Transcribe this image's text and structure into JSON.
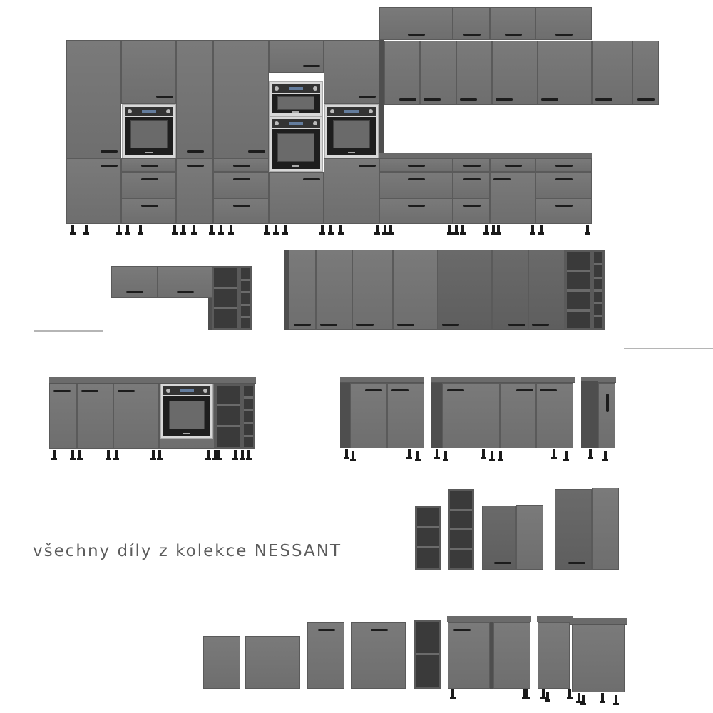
{
  "caption": {
    "text": "všechny díly z kolekce NESSANT"
  },
  "colors": {
    "cabinet_gray": "#777777",
    "cabinet_border": "#5a5a5a",
    "handle_black": "#1c1c1c",
    "caption_gray": "#5c5c5c",
    "background": "#ffffff"
  },
  "groups": [
    {
      "name": "full-kitchen-set",
      "contains": [
        "tall-cabinets",
        "ovens",
        "wall-cabinets",
        "base-cabinets"
      ]
    },
    {
      "name": "wall-corner-set-with-shelves"
    },
    {
      "name": "long-wall-cabinet-row-with-shelves"
    },
    {
      "name": "base-row-with-oven-and-shelves"
    },
    {
      "name": "base-cabinets-double-doors"
    },
    {
      "name": "narrow-end-cabinet"
    },
    {
      "name": "open-shelf-units"
    },
    {
      "name": "corner-wall-cabinets"
    },
    {
      "name": "loose-door-fronts"
    },
    {
      "name": "corner-base-cabinets"
    }
  ]
}
